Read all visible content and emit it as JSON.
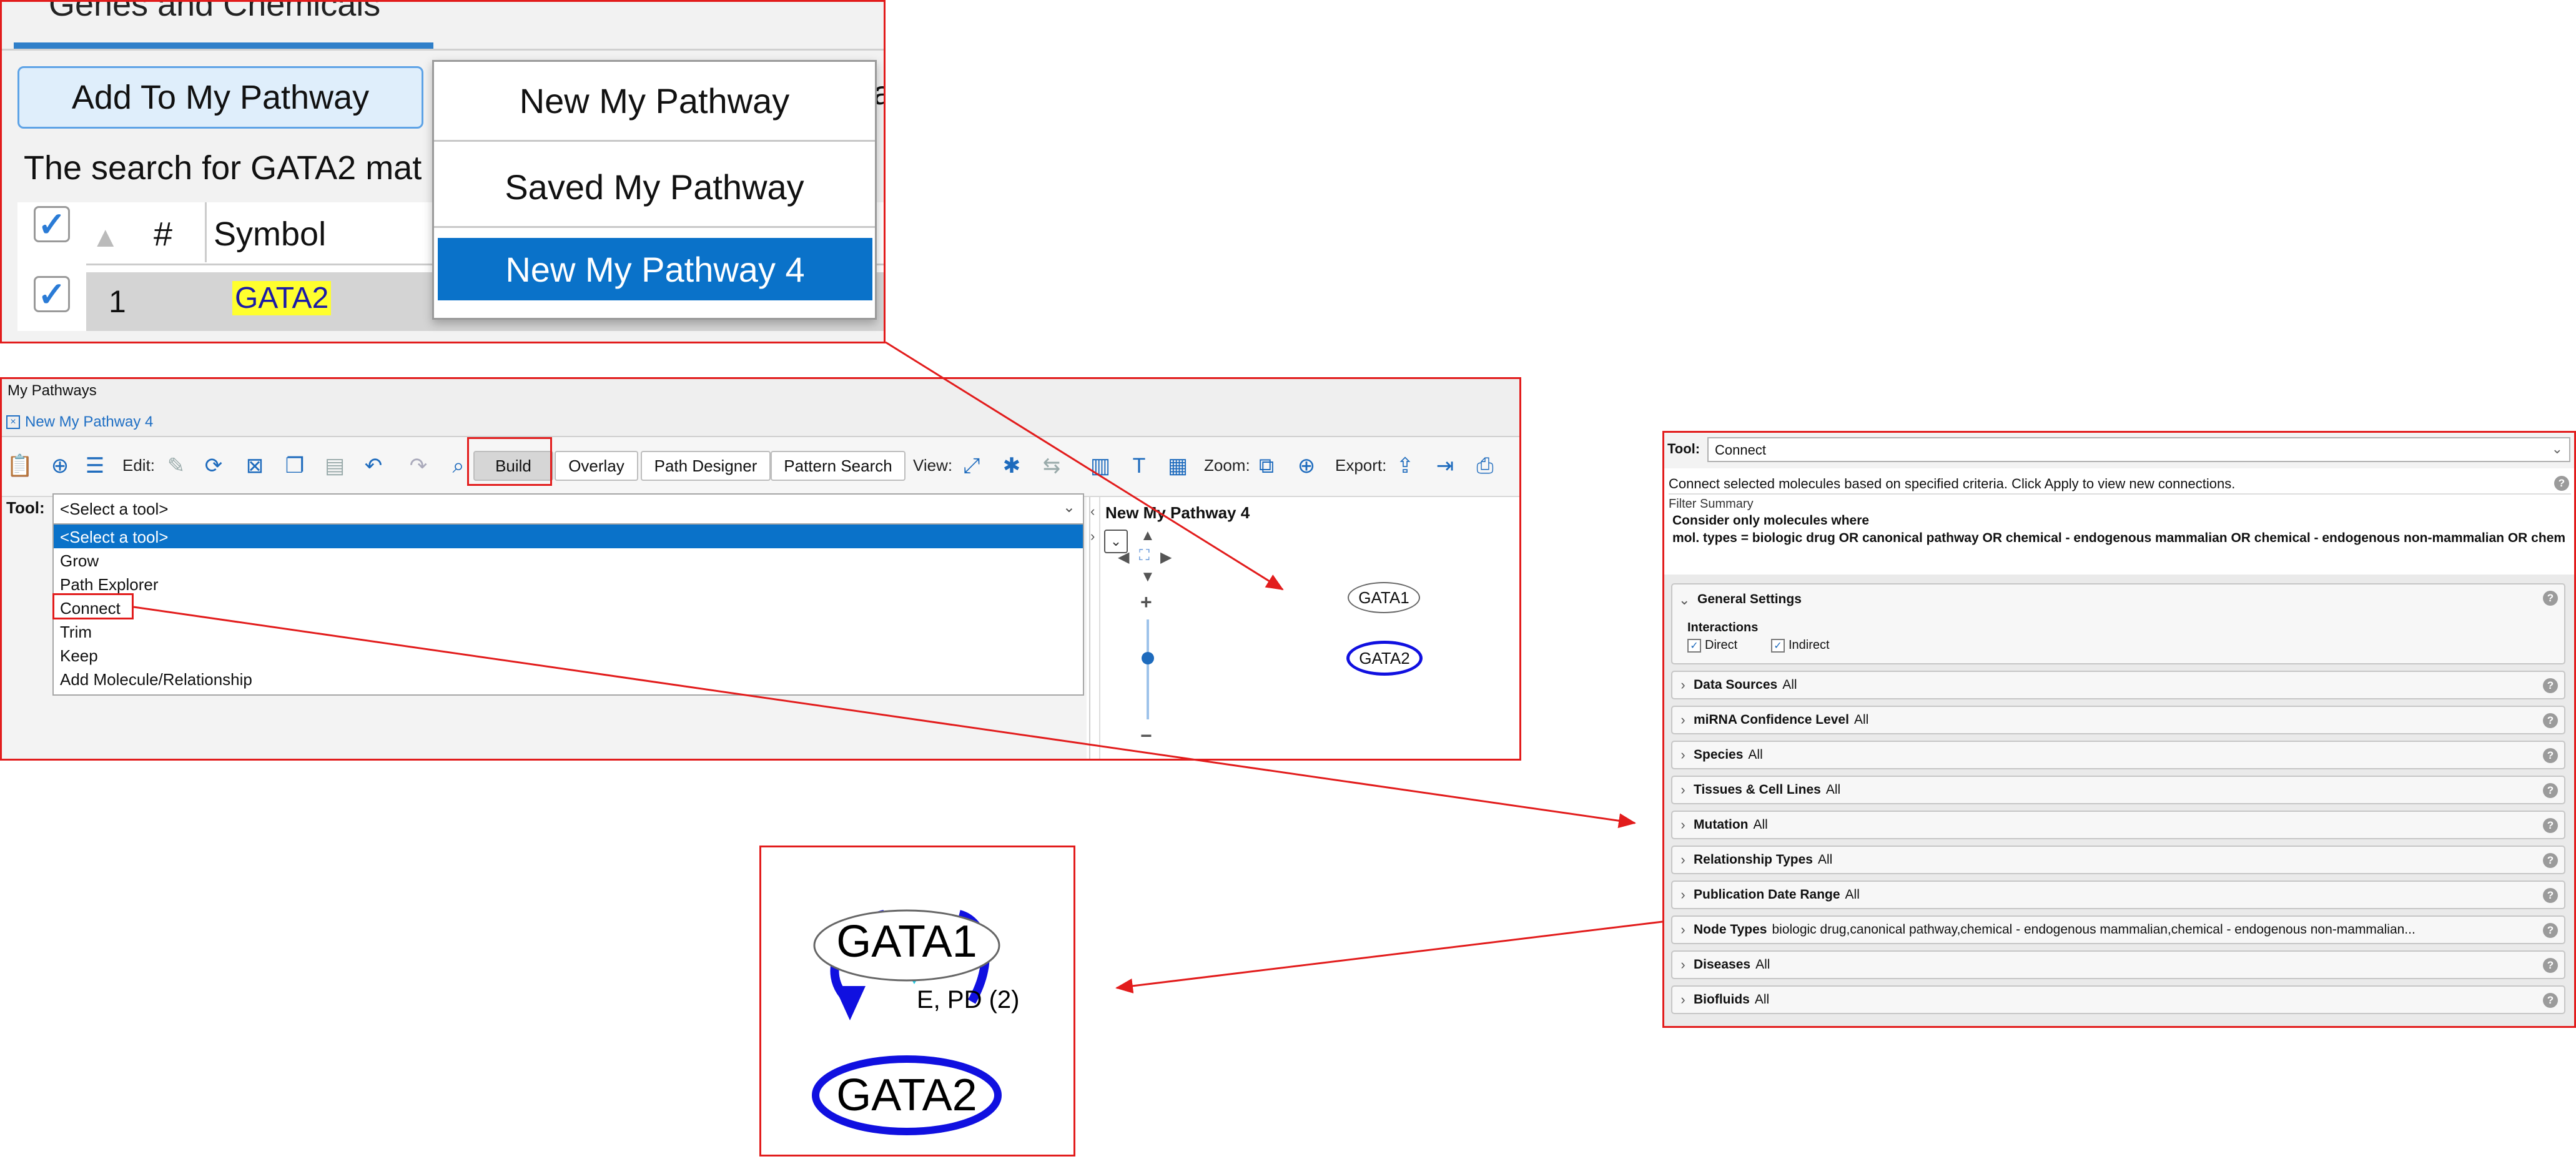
{
  "search_panel": {
    "title": "Genes and Chemicals",
    "add_button": "Add To My Pathway",
    "obscured_fragment": "a",
    "search_text": "The search for GATA2 mat",
    "table": {
      "headers": [
        "#",
        "Symbol"
      ],
      "rows": [
        {
          "num": "1",
          "symbol": "GATA2"
        }
      ]
    },
    "dropdown": [
      "New My Pathway",
      "Saved My Pathway",
      "New My Pathway 4"
    ],
    "dropdown_selected": "New My Pathway 4"
  },
  "pathways_panel": {
    "window_title": "My Pathways",
    "tab_label": "New My Pathway 4",
    "toolbar": {
      "edit_label": "Edit:",
      "view_label": "View:",
      "zoom_label": "Zoom:",
      "export_label": "Export:",
      "buttons": [
        "Build",
        "Overlay",
        "Path Designer",
        "Pattern Search"
      ]
    },
    "tool_label": "Tool:",
    "tool_value": "<Select a tool>",
    "tool_options": [
      "<Select a tool>",
      "Grow",
      "Path Explorer",
      "Connect",
      "Trim",
      "Keep",
      "Add Molecule/Relationship"
    ],
    "canvas_title": "New My Pathway 4",
    "nodes": [
      "GATA1",
      "GATA2"
    ]
  },
  "connect_panel": {
    "tool_label": "Tool:",
    "tool_value": "Connect",
    "description": "Connect selected molecules based on specified criteria.  Click Apply to view new connections.",
    "filter_summary_label": "Filter Summary",
    "filter_line1": "Consider only molecules where",
    "filter_line2": "mol. types = biologic drug OR canonical pathway OR chemical - endogenous mammalian OR chemical - endogenous non-mammalian OR chemical...",
    "general_settings": "General Settings",
    "interactions_label": "Interactions",
    "direct_label": "Direct",
    "indirect_label": "Indirect",
    "sections": [
      {
        "name": "Data Sources",
        "value": "All"
      },
      {
        "name": "miRNA Confidence Level",
        "value": "All"
      },
      {
        "name": "Species",
        "value": "All"
      },
      {
        "name": "Tissues & Cell Lines",
        "value": "All"
      },
      {
        "name": "Mutation",
        "value": "All"
      },
      {
        "name": "Relationship Types",
        "value": "All"
      },
      {
        "name": "Publication Date Range",
        "value": "All"
      },
      {
        "name": "Node Types",
        "value": "biologic drug,canonical pathway,chemical - endogenous mammalian,chemical - endogenous non-mammalian..."
      },
      {
        "name": "Diseases",
        "value": "All"
      },
      {
        "name": "Biofluids",
        "value": "All"
      }
    ]
  },
  "result_panel": {
    "node1": "GATA1",
    "node2": "GATA2",
    "edge_label": "E, PD (2)"
  },
  "colors": {
    "highlight_red": "#e21c1c",
    "selection_blue": "#0a72c9",
    "gata2_blue": "#1010e0",
    "star_cyan": "#22c8e0",
    "symbol_highlight": "#ffff2e"
  }
}
